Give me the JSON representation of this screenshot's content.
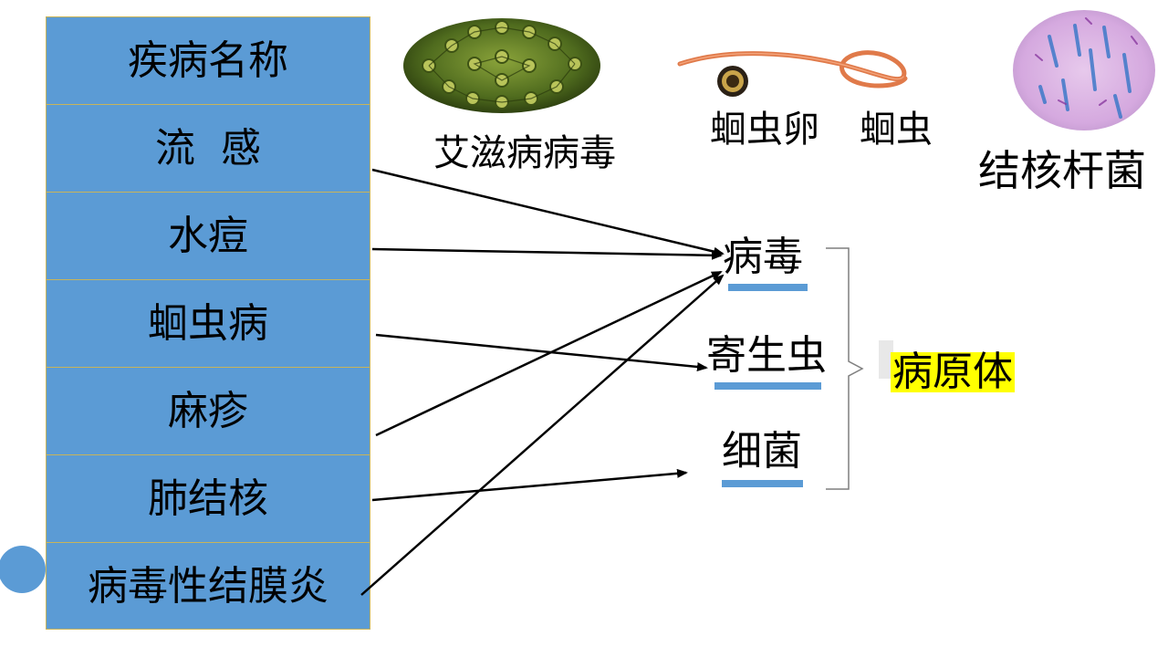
{
  "table": {
    "header": "疾病名称",
    "rows": [
      "流  感",
      "水痘",
      "蛔虫病",
      "麻疹",
      "肺结核",
      "病毒性结膜炎"
    ]
  },
  "images": {
    "aids_virus_label": "艾滋病病毒",
    "roundworm_egg_label": "蛔虫卵",
    "roundworm_label": "蛔虫",
    "tb_bacteria_label": "结核杆菌"
  },
  "categories": {
    "virus": "病毒",
    "parasite": "寄生虫",
    "bacteria": "细菌"
  },
  "summary": {
    "pathogen": "病原体"
  },
  "colors": {
    "table_fill": "#5b9bd5",
    "underline": "#5b9bd5",
    "highlight": "#ffff00"
  }
}
